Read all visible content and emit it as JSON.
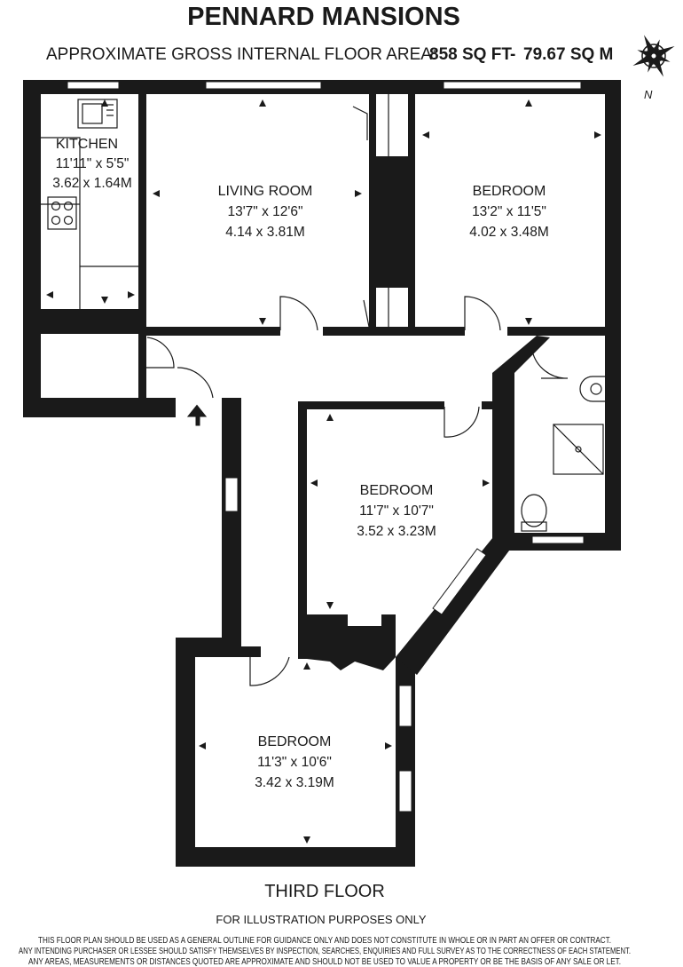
{
  "header": {
    "title": "PENNARD MANSIONS",
    "area_label": "APPROXIMATE GROSS INTERNAL FLOOR AREA:",
    "area_sqft": "858 SQ FT",
    "area_sep": "-",
    "area_sqm": "79.67 SQ M"
  },
  "compass": {
    "label": "N",
    "icon": "compass-rose-icon"
  },
  "rooms": {
    "kitchen": {
      "name": "KITCHEN",
      "imperial": "11'11\" x 5'5\"",
      "metric": "3.62 x 1.64M"
    },
    "living": {
      "name": "LIVING ROOM",
      "imperial": "13'7\" x 12'6\"",
      "metric": "4.14 x 3.81M"
    },
    "bedroom1": {
      "name": "BEDROOM",
      "imperial": "13'2\" x 11'5\"",
      "metric": "4.02 x 3.48M"
    },
    "bedroom2": {
      "name": "BEDROOM",
      "imperial": "11'7\" x 10'7\"",
      "metric": "3.52 x 3.23M"
    },
    "bedroom3": {
      "name": "BEDROOM",
      "imperial": "11'3\" x 10'6\"",
      "metric": "3.42 x 3.19M"
    }
  },
  "footer": {
    "floor_label": "THIRD FLOOR",
    "illustration": "FOR ILLUSTRATION PURPOSES ONLY",
    "disclaimer_1": "THIS FLOOR PLAN SHOULD BE USED AS A GENERAL OUTLINE FOR GUIDANCE ONLY AND DOES NOT CONSTITUTE IN WHOLE OR IN PART AN OFFER OR CONTRACT.",
    "disclaimer_2": "ANY INTENDING PURCHASER OR LESSEE SHOULD SATISFY THEMSELVES BY INSPECTION, SEARCHES, ENQUIRIES AND FULL SURVEY AS TO THE CORRECTNESS OF EACH STATEMENT.",
    "disclaimer_3": "ANY AREAS, MEASUREMENTS OR DISTANCES QUOTED ARE APPROXIMATE AND SHOULD NOT BE USED TO VALUE A PROPERTY OR BE THE BASIS OF ANY SALE OR LET."
  }
}
